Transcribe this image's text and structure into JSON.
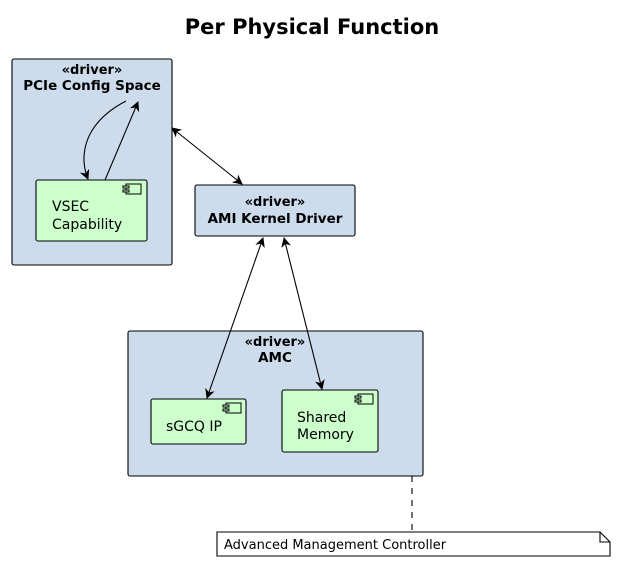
{
  "diagram": {
    "title": "Per Physical Function",
    "colors": {
      "package_fill": "#ccdcec",
      "component_fill": "#ccffcc",
      "note_fill": "#ffffff",
      "stroke": "#000000"
    },
    "nodes": {
      "pcie": {
        "stereotype": "«driver»",
        "name": "PCIe Config Space"
      },
      "kernel": {
        "stereotype": "«driver»",
        "name": "AMI Kernel Driver"
      },
      "amc": {
        "stereotype": "«driver»",
        "name": "AMC"
      },
      "vsec": {
        "line1": "VSEC",
        "line2": "Capability",
        "icon": "component-icon"
      },
      "sgcq": {
        "line1": "sGCQ IP",
        "icon": "component-icon"
      },
      "shared": {
        "line1": "Shared",
        "line2": "Memory",
        "icon": "component-icon"
      }
    },
    "note": {
      "text": "Advanced Management Controller"
    },
    "edges": [
      {
        "from": "pcie",
        "to": "vsec",
        "arrow": "to"
      },
      {
        "from": "vsec",
        "to": "pcie",
        "arrow": "to"
      },
      {
        "from": "pcie",
        "to": "kernel",
        "arrow": "both"
      },
      {
        "from": "kernel",
        "to": "sgcq",
        "arrow": "both"
      },
      {
        "from": "kernel",
        "to": "shared",
        "arrow": "both"
      },
      {
        "from": "amc",
        "to": "note",
        "style": "dashed"
      }
    ]
  }
}
